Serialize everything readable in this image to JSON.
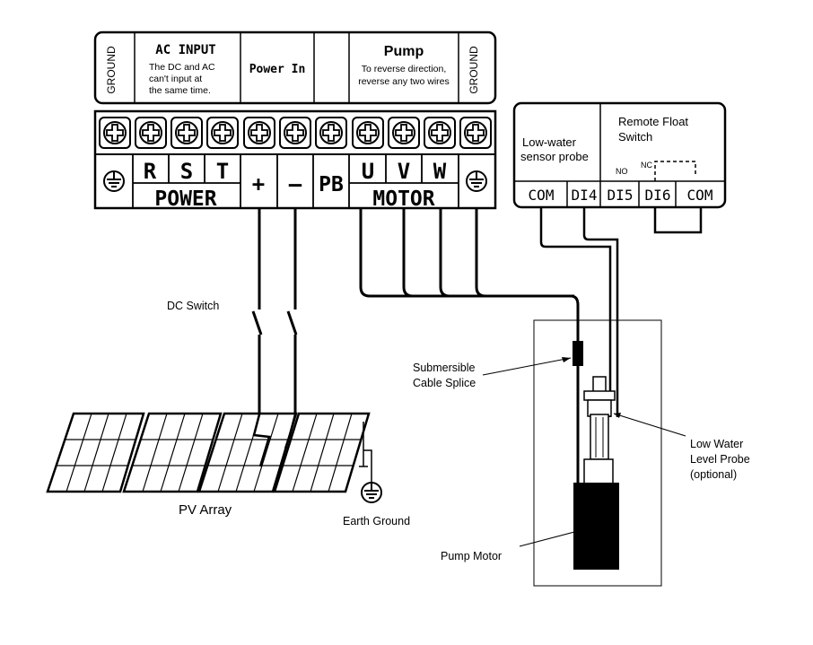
{
  "header": {
    "ground_left": "GROUND",
    "ac_title": "AC INPUT",
    "ac_note_1": "The DC and AC",
    "ac_note_2": "can't input at",
    "ac_note_3": "the same time.",
    "power_in": "Power In",
    "pump_title": "Pump",
    "pump_note_1": "To reverse direction,",
    "pump_note_2": "reverse any two wires",
    "ground_right": "GROUND"
  },
  "terminals": {
    "r": "R",
    "s": "S",
    "t": "T",
    "power": "POWER",
    "plus": "+",
    "minus": "–",
    "pb": "PB",
    "u": "U",
    "v": "V",
    "w": "W",
    "motor": "MOTOR"
  },
  "float_box": {
    "low_water_1": "Low-water",
    "low_water_2": "sensor probe",
    "remote_1": "Remote Float",
    "remote_2": "Switch",
    "no": "NO",
    "nc": "NC",
    "com1": "COM",
    "di4": "DI4",
    "di5": "DI5",
    "di6": "DI6",
    "com2": "COM"
  },
  "labels": {
    "dc_switch": "DC Switch",
    "splice_1": "Submersible",
    "splice_2": "Cable Splice",
    "probe_1": "Low Water",
    "probe_2": "Level Probe",
    "probe_3": "(optional)",
    "pv_array": "PV Array",
    "earth_ground": "Earth Ground",
    "pump_motor": "Pump Motor"
  }
}
